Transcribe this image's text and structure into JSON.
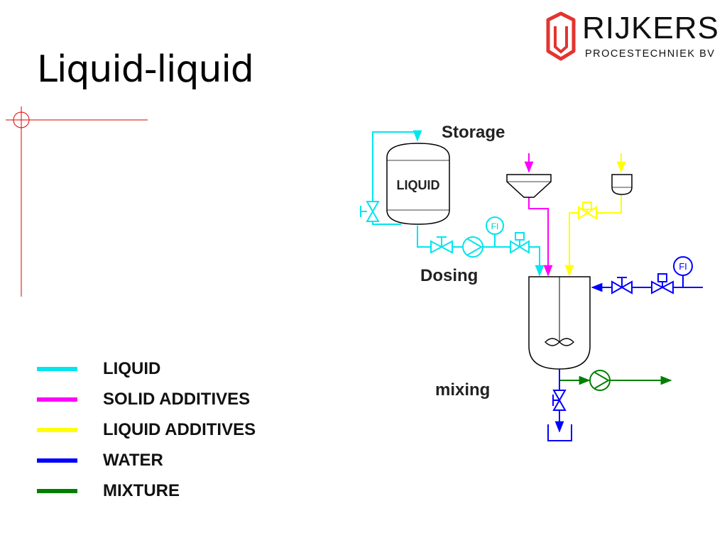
{
  "slide": {
    "title": "Liquid-liquid"
  },
  "logo": {
    "name": "RIJKERS",
    "subtitle": "PROCESTECHNIEK BV",
    "color": "#e3342f"
  },
  "stages": {
    "storage": "Storage",
    "dosing": "Dosing",
    "mixing": "mixing"
  },
  "diagram": {
    "tank_label": "LIQUID",
    "flow_indicator_label": "FI",
    "water_flow_indicator_label": "FI"
  },
  "colors": {
    "liquid": "#00e5ee",
    "solid_additives": "#ff00ff",
    "liquid_additives": "#ffff00",
    "water": "#0000ff",
    "mixture": "#008000",
    "equipment": "#000000",
    "corner_mark": "#e00000"
  },
  "legend": [
    {
      "label": "LIQUID",
      "color": "#00e5ee"
    },
    {
      "label": "SOLID ADDITIVES",
      "color": "#ff00ff"
    },
    {
      "label": "LIQUID ADDITIVES",
      "color": "#ffff00"
    },
    {
      "label": "WATER",
      "color": "#0000ff"
    },
    {
      "label": "MIXTURE",
      "color": "#008000"
    }
  ]
}
